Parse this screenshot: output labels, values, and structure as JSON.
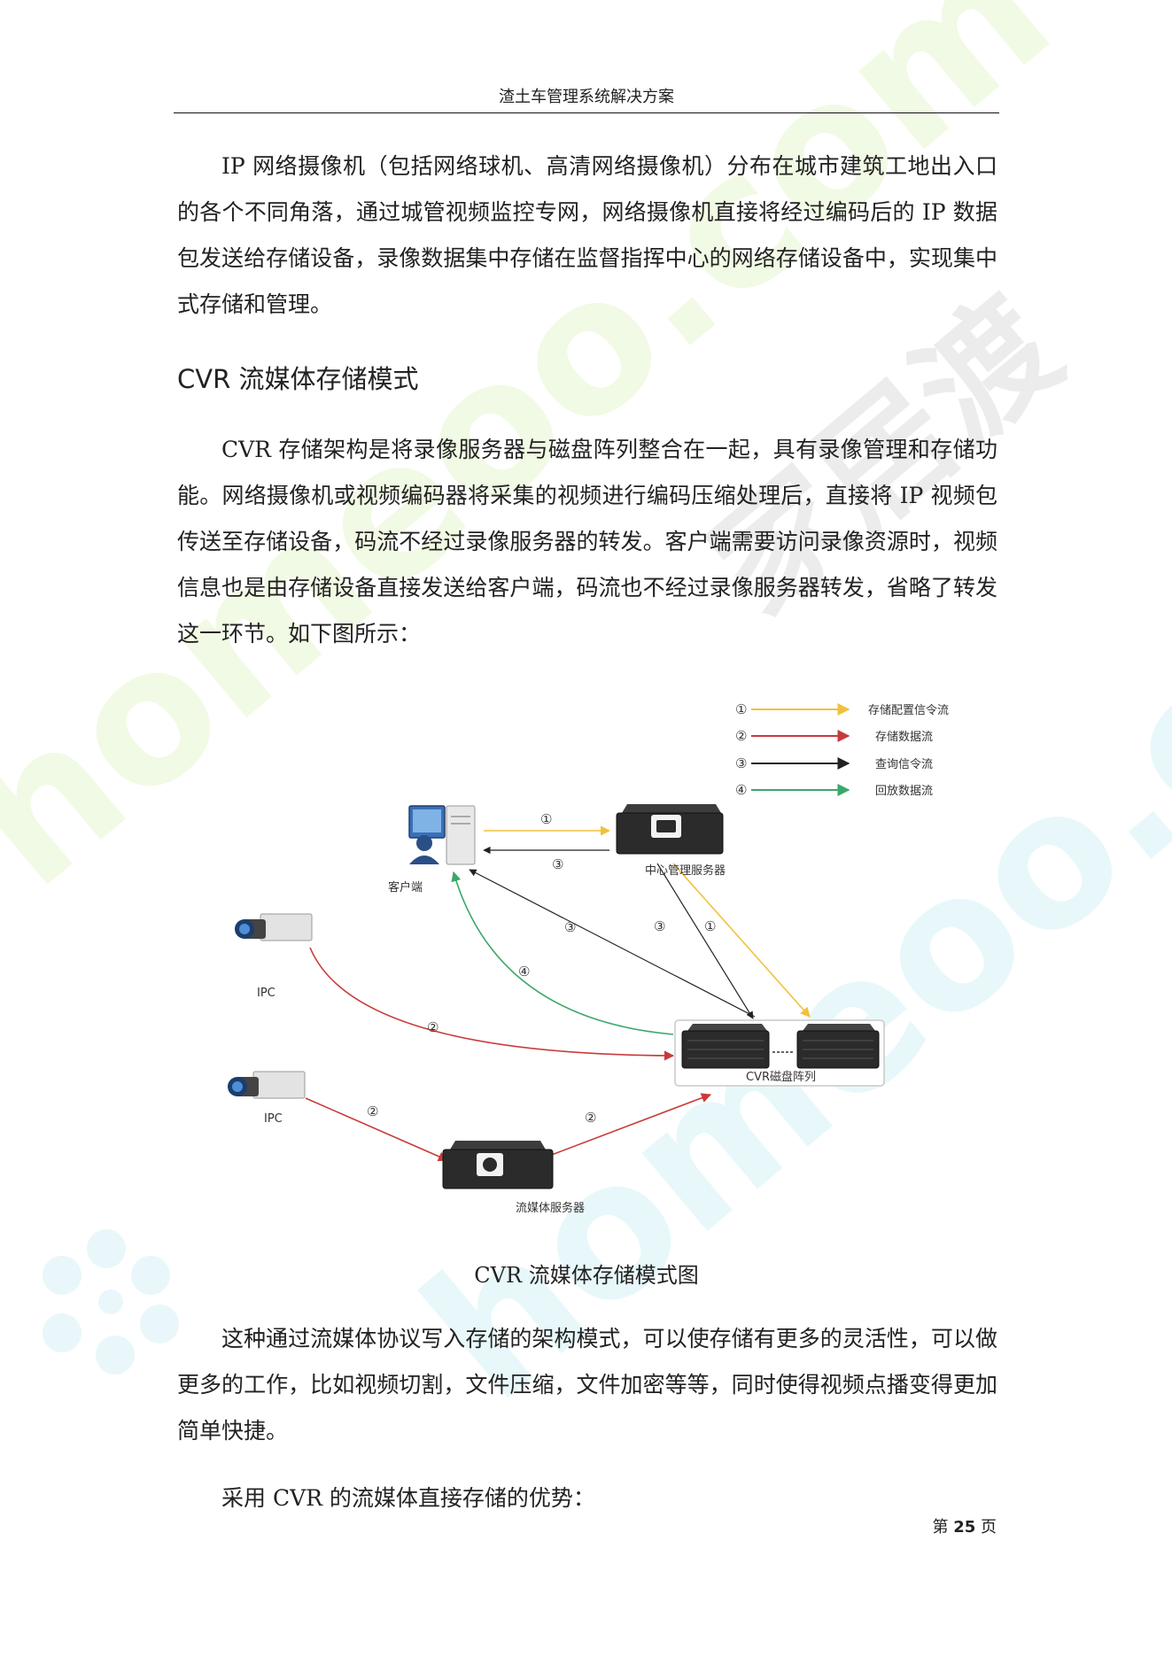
{
  "header": {
    "title": "渣土车管理系统解决方案"
  },
  "paragraphs": {
    "p1": "IP 网络摄像机（包括网络球机、高清网络摄像机）分布在城市建筑工地出入口的各个不同角落，通过城管视频监控专网，网络摄像机直接将经过编码后的 IP 数据包发送给存储设备，录像数据集中存储在监督指挥中心的网络存储设备中，实现集中式存储和管理。",
    "p2": "CVR 存储架构是将录像服务器与磁盘阵列整合在一起，具有录像管理和存储功能。网络摄像机或视频编码器将采集的视频进行编码压缩处理后，直接将 IP 视频包传送至存储设备，码流不经过录像服务器的转发。客户端需要访问录像资源时，视频信息也是由存储设备直接发送给客户端，码流也不经过录像服务器转发，省略了转发这一环节。如下图所示：",
    "p3": "这种通过流媒体协议写入存储的架构模式，可以使存储有更多的灵活性，可以做更多的工作，比如视频切割，文件压缩，文件加密等等，同时使得视频点播变得更加简单快捷。",
    "p4": "采用 CVR 的流媒体直接存储的优势："
  },
  "section_heading": "CVR 流媒体存储模式",
  "figure": {
    "caption": "CVR 流媒体存储模式图",
    "legend": [
      {
        "marker": "①",
        "label": "存储配置信令流",
        "color": "#f0c23a"
      },
      {
        "marker": "②",
        "label": "存储数据流",
        "color": "#c83a3a"
      },
      {
        "marker": "③",
        "label": "查询信令流",
        "color": "#222222"
      },
      {
        "marker": "④",
        "label": "回放数据流",
        "color": "#3aa86a"
      }
    ],
    "nodes": {
      "client": "客户端",
      "center_server": "中心管理服务器",
      "ipc_1": "IPC",
      "ipc_2": "IPC",
      "cvr_array": "CVR磁盘阵列",
      "stream_server": "流媒体服务器"
    },
    "edge_labels": {
      "client_center_signal": "①",
      "center_client_query": "③",
      "array_client_query": "③",
      "center_array_query": "③",
      "center_array_signal": "①",
      "array_client_playback": "④",
      "ipc1_array_data": "②",
      "ipc2_stream_data": "②",
      "stream_array_data": "②"
    }
  },
  "footer": {
    "page_prefix": "第",
    "page_number": "25",
    "page_suffix": "页"
  },
  "watermark": {
    "text_1": "homeoo.com",
    "text_2": "homeoo.com",
    "brand": "家居渡"
  }
}
